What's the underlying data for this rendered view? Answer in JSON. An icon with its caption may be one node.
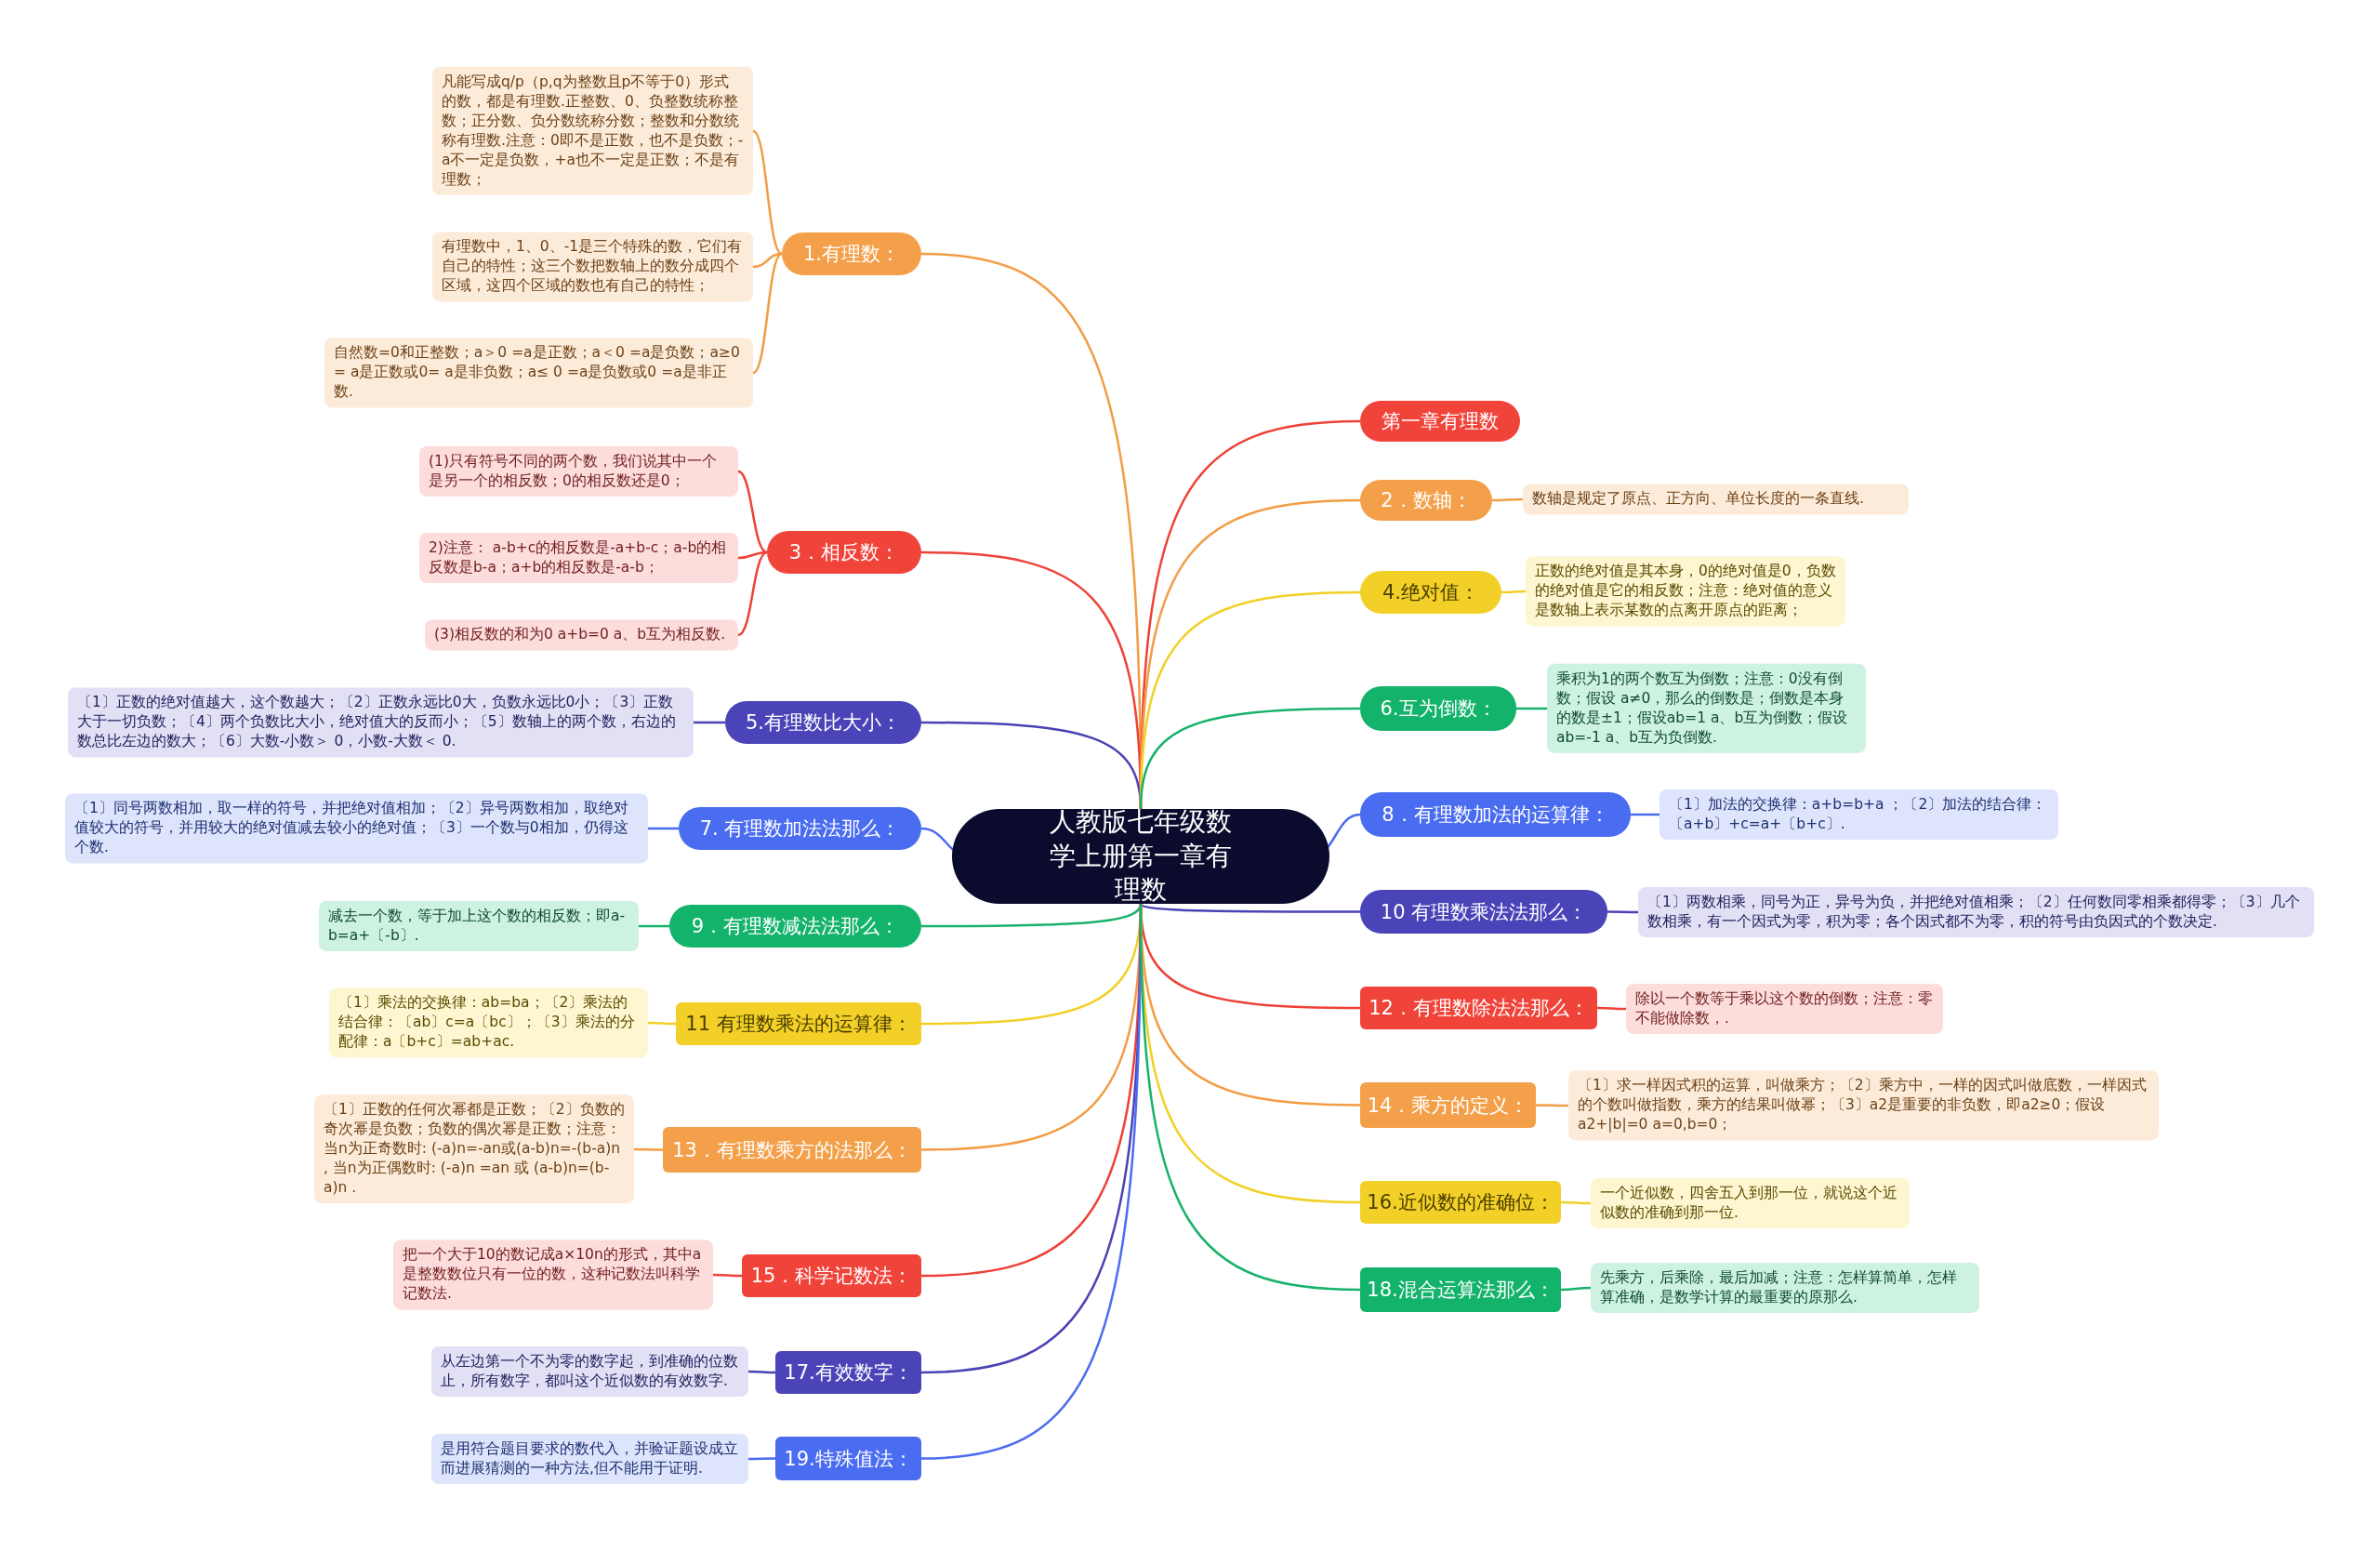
{
  "diagram": {
    "nodes": [
      {
        "text": [
          "人教版七年级数学上册第一章有理数"
        ]
      },
      {
        "text": [
          "1.有理数："
        ]
      },
      {
        "text": [
          "凡能写成q/p（p,q为整数且p不等于0）形式的数，都是有理数.正整数、0、负整数统称整数；正分数、负分数统称分数；整数和分数统称有理数.注意：0即不是正数，也不是负数；-a不一定是负数，+a也不一定是正数；不是有理数；"
        ]
      },
      {
        "text": [
          "有理数中，1、0、-1是三个特殊的数，它们有自己的特性；这三个数把数轴上的数分成四个区域，这四个区域的数也有自己的特性；"
        ]
      },
      {
        "text": [
          "自然数=0和正整数；a＞0 =a是正数；a＜0 =a是负数；a≥0 = a是正数或0= a是非负数；a≤ 0 =a是负数或0 =a是非正数."
        ]
      },
      {
        "text": [
          "3．相反数："
        ]
      },
      {
        "text": [
          "(1)只有符号不同的两个数，我们说其中一个是另一个的相反数；0的相反数还是0；"
        ]
      },
      {
        "text": [
          "2)注意： a-b+c的相反数是-a+b-c；a-b的相反数是b-a；a+b的相反数是-a-b；"
        ]
      },
      {
        "text": [
          "(3)相反数的和为0 a+b=0 a、b互为相反数."
        ]
      },
      {
        "text": [
          "5.有理数比大小："
        ]
      },
      {
        "text": [
          "〔1〕正数的绝对值越大，这个数越大；〔2〕正数永远比0大，负数永远比0小；〔3〕正数大于一切负数；〔4〕两个负数比大小，绝对值大的反而小；〔5〕数轴上的两个数，右边的数总比左边的数大；〔6〕大数-小数＞ 0，小数-大数＜ 0."
        ]
      },
      {
        "text": [
          "7. 有理数加法法那么："
        ]
      },
      {
        "text": [
          "〔1〕同号两数相加，取一样的符号，并把绝对值相加；〔2〕异号两数相加，取绝对值较大的符号，并用较大的绝对值减去较小的绝对值；〔3〕一个数与0相加，仍得这个数."
        ]
      },
      {
        "text": [
          "9．有理数减法法那么："
        ]
      },
      {
        "text": [
          "减去一个数，等于加上这个数的相反数；即a-b=a+〔-b〕."
        ]
      },
      {
        "text": [
          "11 有理数乘法的运算律："
        ]
      },
      {
        "text": [
          "〔1〕乘法的交换律：ab=ba；〔2〕乘法的结合律：〔ab〕c=a〔bc〕；〔3〕乘法的分配律：a〔b+c〕=ab+ac."
        ]
      },
      {
        "text": [
          "13．有理数乘方的法那么："
        ]
      },
      {
        "text": [
          "〔1〕正数的任何次幂都是正数；〔2〕负数的奇次幂是负数；负数的偶次幂是正数；注意：当n为正奇数时: (-a)n=-an或(a-b)n=-(b-a)n , 当n为正偶数时: (-a)n =an 或 (a-b)n=(b-a)n ."
        ]
      },
      {
        "text": [
          "15．科学记数法："
        ]
      },
      {
        "text": [
          "把一个大于10的数记成a×10n的形式，其中a是整数数位只有一位的数，这种记数法叫科学记数法."
        ]
      },
      {
        "text": [
          "17.有效数字："
        ]
      },
      {
        "text": [
          "从左边第一个不为零的数字起，到准确的位数止，所有数字，都叫这个近似数的有效数字."
        ]
      },
      {
        "text": [
          "19.特殊值法："
        ]
      },
      {
        "text": [
          "是用符合题目要求的数代入，并验证题设成立而进展猜测的一种方法,但不能用于证明."
        ]
      },
      {
        "text": [
          "第一章有理数"
        ]
      },
      {
        "text": [
          "2．数轴："
        ]
      },
      {
        "text": [
          "数轴是规定了原点、正方向、单位长度的一条直线."
        ]
      },
      {
        "text": [
          "4.绝对值："
        ]
      },
      {
        "text": [
          "正数的绝对值是其本身，0的绝对值是0，负数的绝对值是它的相反数；注意：绝对值的意义是数轴上表示某数的点离开原点的距离；"
        ]
      },
      {
        "text": [
          "6.互为倒数："
        ]
      },
      {
        "text": [
          "乘积为1的两个数互为倒数；注意：0没有倒数；假设 a≠0，那么的倒数是；倒数是本身的数是±1；假设ab=1 a、b互为倒数；假设ab=-1 a、b互为负倒数."
        ]
      },
      {
        "text": [
          "8．有理数加法的运算律："
        ]
      },
      {
        "text": [
          "〔1〕加法的交换律：a+b=b+a ；〔2〕加法的结合律：〔a+b〕+c=a+〔b+c〕."
        ]
      },
      {
        "text": [
          "10 有理数乘法法那么："
        ]
      },
      {
        "text": [
          "〔1〕两数相乘，同号为正，异号为负，并把绝对值相乘；〔2〕任何数同零相乘都得零；〔3〕几个数相乘，有一个因式为零，积为零；各个因式都不为零，积的符号由负因式的个数决定."
        ]
      },
      {
        "text": [
          "12．有理数除法法那么："
        ]
      },
      {
        "text": [
          "除以一个数等于乘以这个数的倒数；注意：零不能做除数，."
        ]
      },
      {
        "text": [
          "14．乘方的定义："
        ]
      },
      {
        "text": [
          "〔1〕求一样因式积的运算，叫做乘方；〔2〕乘方中，一样的因式叫做底数，一样因式的个数叫做指数，乘方的结果叫做幂；〔3〕a2是重要的非负数，即a2≥0；假设a2+|b|=0 a=0,b=0；"
        ]
      },
      {
        "text": [
          "16.近似数的准确位："
        ]
      },
      {
        "text": [
          "一个近似数，四舍五入到那一位，就说这个近似数的准确到那一位."
        ]
      },
      {
        "text": [
          "18.混合运算法那么："
        ]
      },
      {
        "text": [
          "先乘方，后乘除，最后加减；注意：怎样算简单，怎样算准确，是数学计算的最重要的原那么."
        ]
      }
    ],
    "edges": [
      {
        "from": 0,
        "to": 1,
        "arrow": "none",
        "color": "#f29d45"
      },
      {
        "from": 1,
        "to": 2,
        "arrow": "none",
        "color": "#f29d45"
      },
      {
        "from": 1,
        "to": 3,
        "arrow": "none",
        "color": "#f29d45"
      },
      {
        "from": 1,
        "to": 4,
        "arrow": "none",
        "color": "#f29d45"
      },
      {
        "from": 0,
        "to": 5,
        "arrow": "none",
        "color": "#ee4238"
      },
      {
        "from": 5,
        "to": 6,
        "arrow": "none",
        "color": "#ee4238"
      },
      {
        "from": 5,
        "to": 7,
        "arrow": "none",
        "color": "#ee4238"
      },
      {
        "from": 5,
        "to": 8,
        "arrow": "none",
        "color": "#ee4238"
      },
      {
        "from": 0,
        "to": 9,
        "arrow": "none",
        "color": "#4a42b5"
      },
      {
        "from": 9,
        "to": 10,
        "arrow": "none",
        "color": "#4a42b5"
      },
      {
        "from": 0,
        "to": 11,
        "arrow": "none",
        "color": "#4b6cf0"
      },
      {
        "from": 11,
        "to": 12,
        "arrow": "none",
        "color": "#4b6cf0"
      },
      {
        "from": 0,
        "to": 13,
        "arrow": "none",
        "color": "#17b26a"
      },
      {
        "from": 13,
        "to": 14,
        "arrow": "none",
        "color": "#17b26a"
      },
      {
        "from": 0,
        "to": 15,
        "arrow": "none",
        "color": "#f2d027"
      },
      {
        "from": 15,
        "to": 16,
        "arrow": "none",
        "color": "#f2d027"
      },
      {
        "from": 0,
        "to": 17,
        "arrow": "none",
        "color": "#f29d45"
      },
      {
        "from": 17,
        "to": 18,
        "arrow": "none",
        "color": "#f29d45"
      },
      {
        "from": 0,
        "to": 19,
        "arrow": "none",
        "color": "#ee4238"
      },
      {
        "from": 19,
        "to": 20,
        "arrow": "none",
        "color": "#ee4238"
      },
      {
        "from": 0,
        "to": 21,
        "arrow": "none",
        "color": "#4a42b5"
      },
      {
        "from": 21,
        "to": 22,
        "arrow": "none",
        "color": "#4a42b5"
      },
      {
        "from": 0,
        "to": 23,
        "arrow": "none",
        "color": "#4b6cf0"
      },
      {
        "from": 23,
        "to": 24,
        "arrow": "none",
        "color": "#4b6cf0"
      },
      {
        "from": 0,
        "to": 25,
        "arrow": "none",
        "color": "#ee4238"
      },
      {
        "from": 0,
        "to": 26,
        "arrow": "none",
        "color": "#f29d45"
      },
      {
        "from": 26,
        "to": 27,
        "arrow": "none",
        "color": "#f29d45"
      },
      {
        "from": 0,
        "to": 28,
        "arrow": "none",
        "color": "#f2d027"
      },
      {
        "from": 28,
        "to": 29,
        "arrow": "none",
        "color": "#f2d027"
      },
      {
        "from": 0,
        "to": 30,
        "arrow": "none",
        "color": "#17b26a"
      },
      {
        "from": 30,
        "to": 31,
        "arrow": "none",
        "color": "#17b26a"
      },
      {
        "from": 0,
        "to": 32,
        "arrow": "none",
        "color": "#4b6cf0"
      },
      {
        "from": 32,
        "to": 33,
        "arrow": "none",
        "color": "#4b6cf0"
      },
      {
        "from": 0,
        "to": 34,
        "arrow": "none",
        "color": "#4a42b5"
      },
      {
        "from": 34,
        "to": 35,
        "arrow": "none",
        "color": "#4a42b5"
      },
      {
        "from": 0,
        "to": 36,
        "arrow": "none",
        "color": "#ee4238"
      },
      {
        "from": 36,
        "to": 37,
        "arrow": "none",
        "color": "#ee4238"
      },
      {
        "from": 0,
        "to": 38,
        "arrow": "none",
        "color": "#f29d45"
      },
      {
        "from": 38,
        "to": 39,
        "arrow": "none",
        "color": "#f29d45"
      },
      {
        "from": 0,
        "to": 40,
        "arrow": "none",
        "color": "#f2d027"
      },
      {
        "from": 40,
        "to": 41,
        "arrow": "none",
        "color": "#f2d027"
      },
      {
        "from": 0,
        "to": 42,
        "arrow": "none",
        "color": "#17b26a"
      },
      {
        "from": 42,
        "to": 43,
        "arrow": "none",
        "color": "#17b26a"
      }
    ]
  }
}
